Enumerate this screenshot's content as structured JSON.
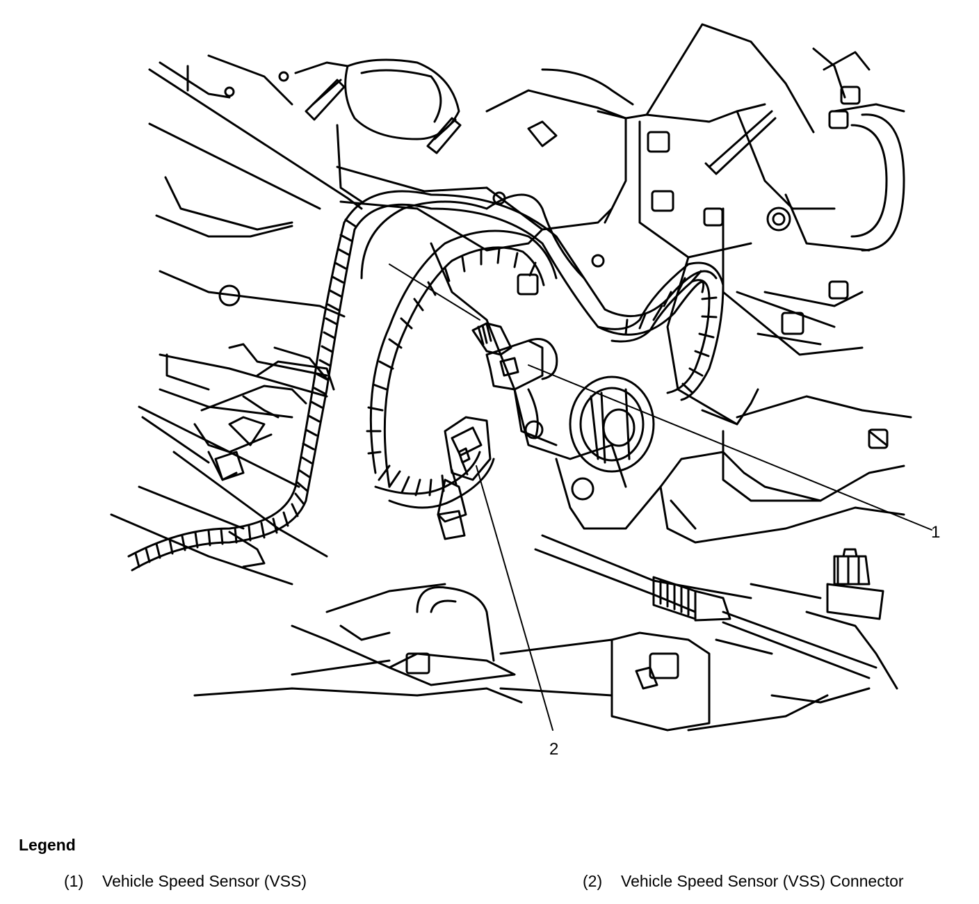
{
  "callouts": [
    "1",
    "2"
  ],
  "legend": {
    "title": "Legend",
    "items": [
      {
        "number": "(1)",
        "label": "Vehicle Speed Sensor (VSS)"
      },
      {
        "number": "(2)",
        "label": "Vehicle Speed Sensor (VSS) Connector"
      }
    ]
  },
  "colors": {
    "ink": "#000000",
    "paper": "#ffffff"
  }
}
